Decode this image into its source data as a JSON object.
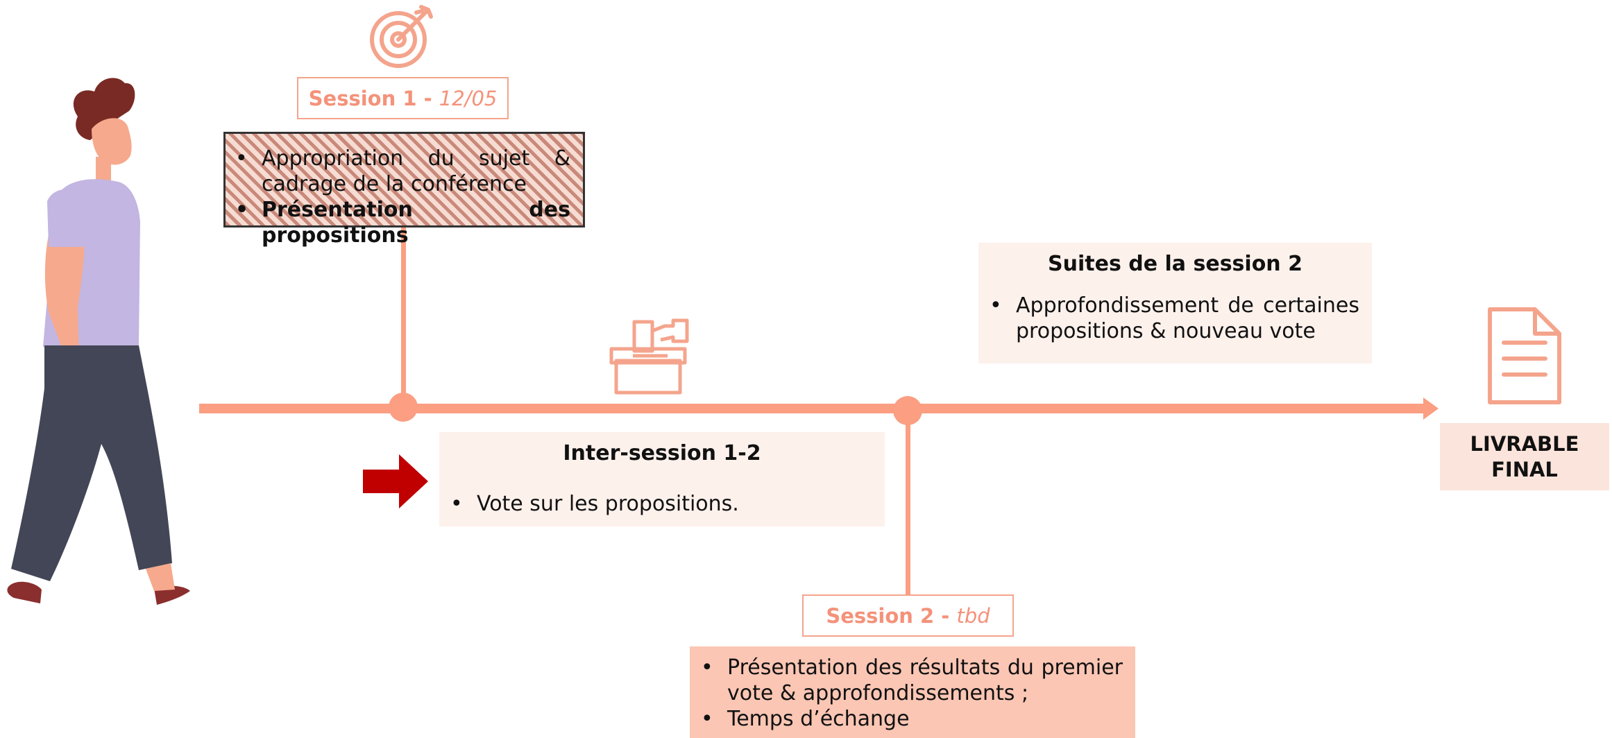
{
  "colors": {
    "timeline": "#fb9e82",
    "accent_text": "#f4927a",
    "hatched_box": "#c9897a",
    "light_box": "#fdf1ec",
    "session2_box": "#fbc6b4",
    "livrable_box": "#fbe4db",
    "arrow": "#c00000"
  },
  "icons": [
    "target-icon",
    "ballot-box-icon",
    "document-icon",
    "person-illustration",
    "red-arrow-icon"
  ],
  "session1": {
    "label": "Session 1 - ",
    "date": "12/05",
    "items": [
      "Appropriation du sujet & cadrage de la conférence",
      "Présentation des propositions"
    ]
  },
  "intersession": {
    "title": "Inter-session 1-2",
    "items": [
      "Vote sur les propositions."
    ]
  },
  "suites": {
    "title": "Suites de la session 2",
    "items": [
      "Approfondissement de certaines propositions & nouveau vote"
    ]
  },
  "session2": {
    "label": "Session 2 - ",
    "date": "tbd",
    "items": [
      "Présentation des résultats du premier vote & approfondissements ;",
      "Temps d’échange"
    ]
  },
  "livrable": {
    "line1": "LIVRABLE",
    "line2": "FINAL"
  }
}
